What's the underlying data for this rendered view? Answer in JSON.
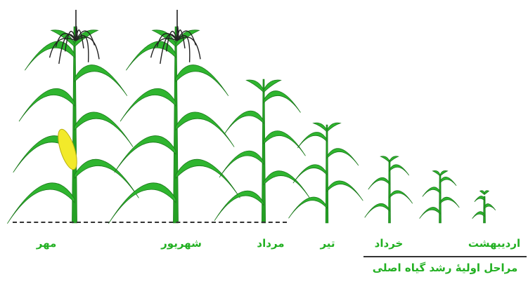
{
  "colors": {
    "leaf": "#2fb52f",
    "leaf_dark": "#1a7a1a",
    "stem": "#24a024",
    "tassel": "#222222",
    "cob": "#f2ea2a",
    "label": "#22b022"
  },
  "stages": [
    {
      "label": "مهر",
      "stage": 6,
      "has_tassel": true,
      "has_cob": true
    },
    {
      "label": "شهریور",
      "stage": 5,
      "has_tassel": true,
      "has_cob": false
    },
    {
      "label": "مرداد",
      "stage": 4,
      "has_tassel": false,
      "has_cob": false
    },
    {
      "label": "تیر",
      "stage": 3,
      "has_tassel": false,
      "has_cob": false
    },
    {
      "label": "خرداد",
      "stage": 2,
      "has_tassel": false,
      "has_cob": false
    },
    {
      "label": "اردیبهشت",
      "stage": 1,
      "has_tassel": false,
      "has_cob": false
    },
    {
      "label": "",
      "stage": 0,
      "has_tassel": false,
      "has_cob": false
    }
  ],
  "caption": "مراحل اولیهٔ رشد گیاه اصلی"
}
